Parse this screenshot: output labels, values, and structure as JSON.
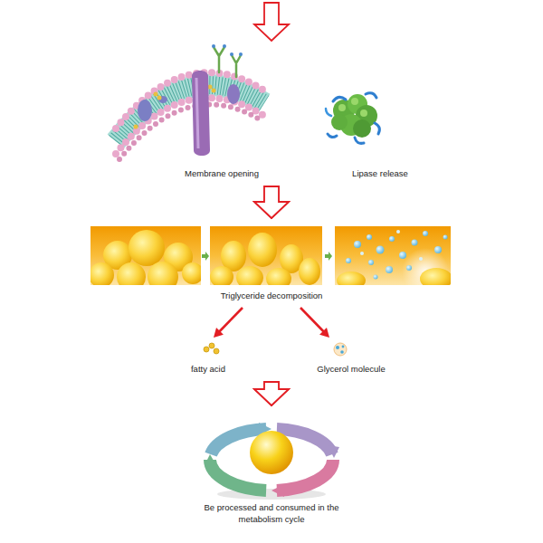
{
  "diagram": {
    "nodes": [
      {
        "text": [
          "Membrane opening"
        ]
      },
      {
        "text": [
          "Lipase release"
        ]
      },
      {
        "text": [
          "Triglyceride decomposition"
        ]
      },
      {
        "text": [
          "fatty acid"
        ]
      },
      {
        "text": [
          "Glycerol molecule"
        ]
      },
      {
        "text": [
          "Be processed and consumed in the metabolism cycle"
        ]
      }
    ],
    "edges": [
      {
        "from": 0,
        "to": 2,
        "arrow": "to"
      },
      {
        "from": 1,
        "to": 2,
        "arrow": "to"
      },
      {
        "from": 2,
        "to": 3,
        "arrow": "to"
      },
      {
        "from": 2,
        "to": 4,
        "arrow": "to"
      },
      {
        "from": 3,
        "to": 5,
        "arrow": "to"
      },
      {
        "from": 4,
        "to": 5,
        "arrow": "to"
      }
    ]
  }
}
